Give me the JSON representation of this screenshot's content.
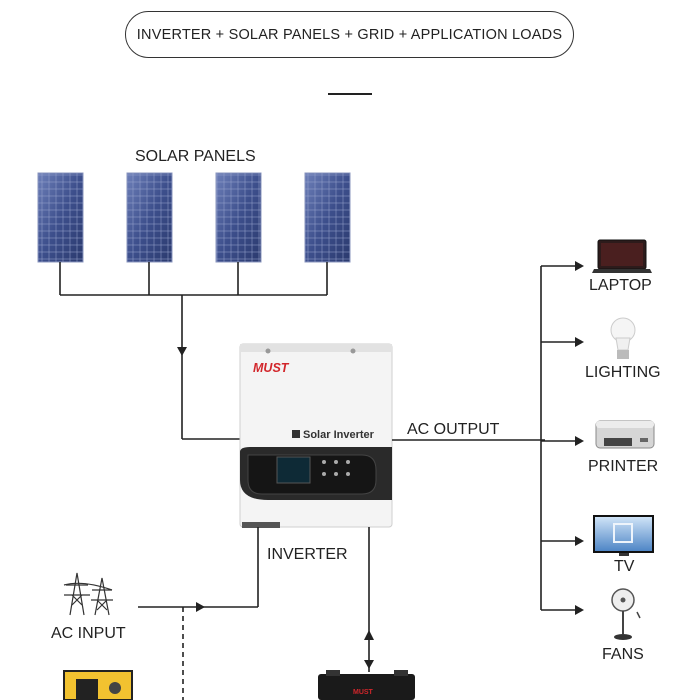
{
  "header": {
    "title": "INVERTER + SOLAR PANELS + GRID + APPLICATION LOADS"
  },
  "labels": {
    "solar_panels": "SOLAR PANELS",
    "ac_output": "AC OUTPUT",
    "inverter": "INVERTER",
    "ac_input": "AC INPUT"
  },
  "inverter": {
    "brand": "MUST",
    "model_text": "Solar Inverter"
  },
  "battery": {
    "brand": "MUST"
  },
  "loads": [
    {
      "label": "LAPTOP",
      "icon": "laptop-icon"
    },
    {
      "label": "LIGHTING",
      "icon": "light-bulb-icon"
    },
    {
      "label": "PRINTER",
      "icon": "printer-icon"
    },
    {
      "label": "TV",
      "icon": "tv-icon"
    },
    {
      "label": "FANS",
      "icon": "fan-icon"
    }
  ],
  "colors": {
    "line": "#222222",
    "brand_red": "#d2262b",
    "panel_blue": "#3d4f8c"
  }
}
